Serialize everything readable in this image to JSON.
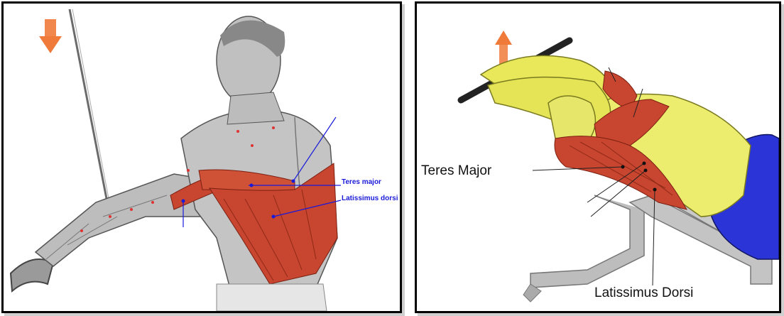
{
  "left_figure": {
    "labels": {
      "teres_major": "Teres major",
      "latissimus_dorsi": "Latissimus dorsi"
    },
    "arrow_direction": "down",
    "label_color": "#1a1ad9"
  },
  "right_figure": {
    "labels": {
      "teres_major": "Teres Major",
      "latissimus_dorsi": "Latissimus Dorsi"
    },
    "arrow_direction": "up",
    "label_color": "#111111"
  },
  "colors": {
    "muscle_highlight": "#c8452f",
    "arm_muscle": "#e8e85a",
    "pants": "#2b34d6",
    "bench": "#c9c9c9",
    "arrow": "#f07a3a"
  }
}
